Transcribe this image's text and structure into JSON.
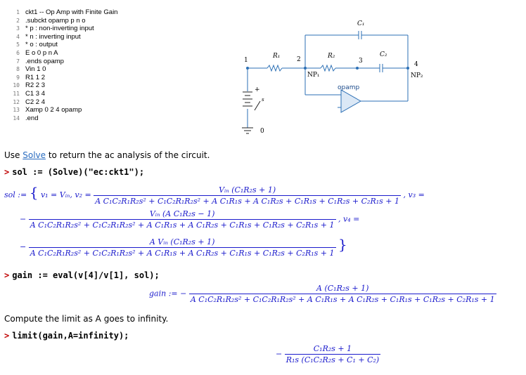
{
  "netlist": {
    "lines": [
      {
        "n": "1",
        "t": "ckt1 -- Op Amp with Finite Gain"
      },
      {
        "n": "2",
        "t": ".subckt opamp p n o"
      },
      {
        "n": "3",
        "t": "* p : non-inverting input"
      },
      {
        "n": "4",
        "t": "* n : inverting input"
      },
      {
        "n": "5",
        "t": "* o : output"
      },
      {
        "n": "6",
        "t": "E o 0 p n A"
      },
      {
        "n": "7",
        "t": ".ends opamp"
      },
      {
        "n": "8",
        "t": "Vin 1 0"
      },
      {
        "n": "9",
        "t": "R1 1 2"
      },
      {
        "n": "10",
        "t": "R2 2 3"
      },
      {
        "n": "11",
        "t": "C1 3 4"
      },
      {
        "n": "12",
        "t": "C2 2 4"
      },
      {
        "n": "13",
        "t": "Xamp 0 2 4 opamp"
      },
      {
        "n": "14",
        "t": ".end"
      }
    ]
  },
  "schematic": {
    "labels": {
      "c1": "C₁",
      "c2": "C₂",
      "r1": "R₁",
      "r2": "R₂",
      "np1": "NP₁",
      "np2": "NP₂",
      "opamp": "opamp",
      "n1": "1",
      "n2": "2",
      "n3": "3",
      "n4": "4",
      "n0": "0",
      "plus": "+",
      "src": "s"
    },
    "colors": {
      "wire": "#2b6fb5",
      "ground": "#222222",
      "opamp": "#2b6fb5"
    }
  },
  "doc": {
    "intro": {
      "pre": "Use ",
      "link": "Solve",
      "post": " to return the ac analysis of the circuit."
    },
    "cmd1": "sol := (Solve)(\"ec:ckt1\");",
    "cmd2": "gain := eval(v[4]/v[1], sol);",
    "limit_text": "Compute the limit as A goes to infinity.",
    "cmd3": "limit(gain,A=infinity);",
    "prompt": ">"
  },
  "output": {
    "sol_label": "sol := ",
    "v1": "v₁ = Vᵢₙ, v₂ =",
    "v2_num": "Vᵢₙ (C₁R₂s + 1)",
    "v2_den": "A C₁C₂R₁R₂s² + C₁C₂R₁R₂s² + A C₁R₁s + A C₁R₂s + C₁R₁s + C₁R₂s + C₂R₁s + 1",
    "v3_label": ", v₃ =",
    "v3_num": "Vᵢₙ (A C₁R₂s − 1)",
    "v3_den": "A C₁C₂R₁R₂s² + C₁C₂R₁R₂s² + A C₁R₁s + A C₁R₂s + C₁R₁s + C₁R₂s + C₂R₁s + 1",
    "v4_label": ", v₄ =",
    "v4_num": "A Vᵢₙ (C₁R₂s + 1)",
    "v4_den": "A C₁C₂R₁R₂s² + C₁C₂R₁R₂s² + A C₁R₁s + A C₁R₂s + C₁R₁s + C₁R₂s + C₂R₁s + 1",
    "gain_label": "gain := −",
    "gain_num": "A (C₁R₂s + 1)",
    "gain_den": "A C₁C₂R₁R₂s² + C₁C₂R₁R₂s² + A C₁R₁s + A C₁R₂s + C₁R₁s + C₁R₂s + C₂R₁s + 1",
    "limit_sign": "−",
    "limit_num": "C₁R₂s + 1",
    "limit_den": "R₁s (C₁C₂R₂s + C₁ + C₂)"
  }
}
